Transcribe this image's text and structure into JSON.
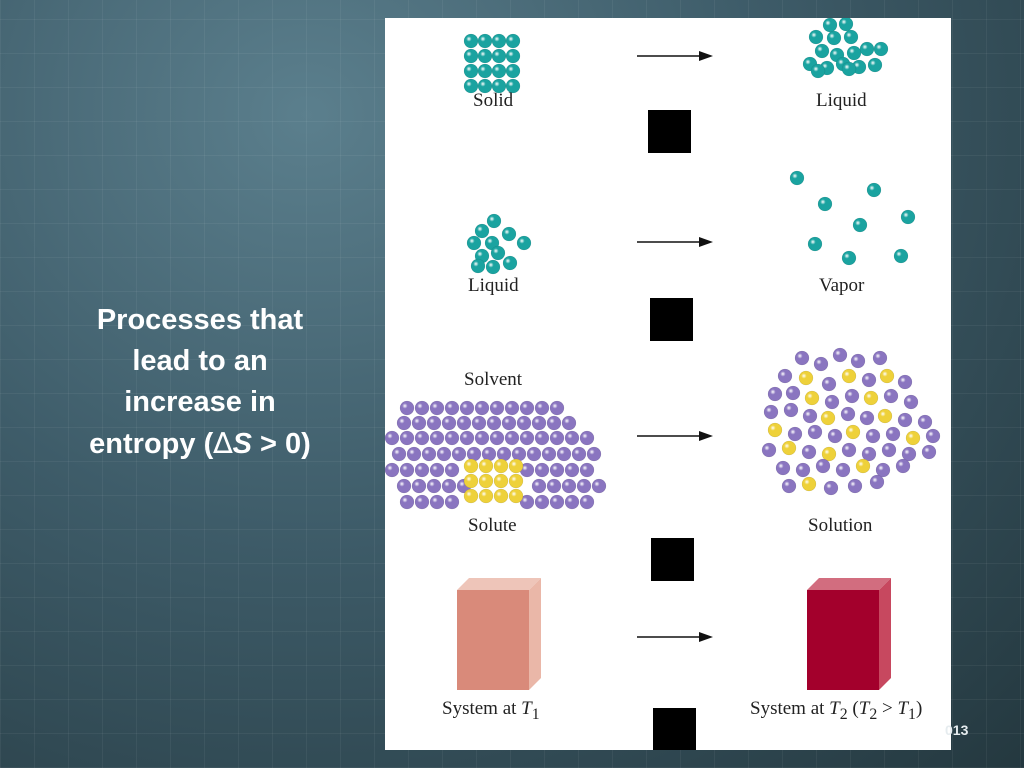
{
  "slide": {
    "title_lines": [
      "Processes that",
      "lead to an",
      "increase in"
    ],
    "title_last_prefix": "entropy (",
    "delta_symbol": "∆",
    "title_var": "S",
    "title_last_suffix": " > 0)",
    "footer_fragment": "013"
  },
  "figure": {
    "rows": [
      {
        "left_label": "Solid",
        "right_label": "Liquid"
      },
      {
        "left_label": "Liquid",
        "right_label": "Vapor"
      },
      {
        "left_label_top": "Solvent",
        "left_label": "Solute",
        "right_label": "Solution"
      },
      {
        "left_label": "System at ",
        "left_var": "T",
        "left_sub": "1",
        "right_label": "System at ",
        "right_var": "T",
        "right_sub": "2",
        "right_paren_open": " (",
        "right_var2": "T",
        "right_sub2": "2",
        "right_gt": " > ",
        "right_var3": "T",
        "right_sub3": "1",
        "right_paren_close": ")"
      }
    ],
    "colors": {
      "particle_teal": "#1aa3a0",
      "particle_purple": "#8a75c0",
      "particle_yellow": "#eed13a",
      "system_t1": "#d98a7a",
      "system_t2": "#a3002c"
    }
  }
}
